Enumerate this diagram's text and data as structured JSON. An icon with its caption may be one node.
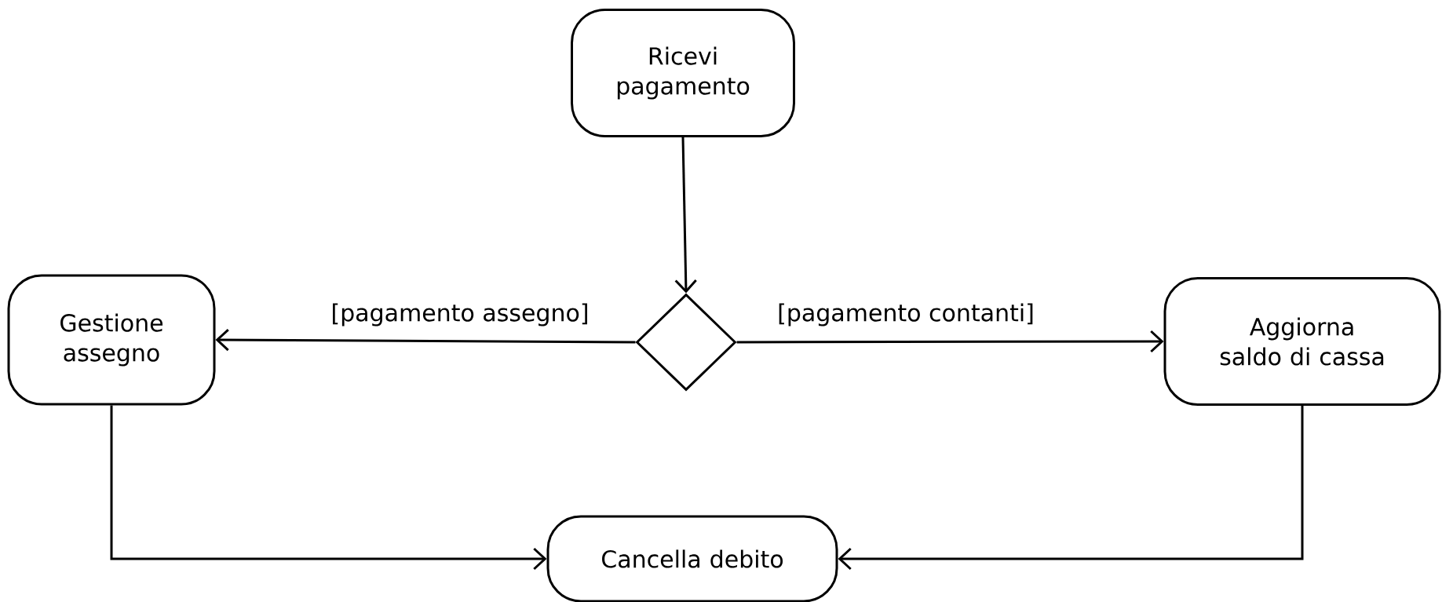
{
  "diagram": {
    "nodes": [
      {
        "text": [
          "Ricevi pagamento"
        ]
      },
      {
        "text": [],
        "shape": "diamond"
      },
      {
        "text": [
          "Gestione assegno"
        ]
      },
      {
        "text": [
          "Aggiorna saldo di cassa"
        ]
      },
      {
        "text": [
          "Cancella debito"
        ]
      }
    ],
    "edges": [
      {
        "from": 0,
        "to": 1,
        "arrow": "to"
      },
      {
        "from": 1,
        "to": 2,
        "arrow": "to",
        "label": "[pagamento assegno]"
      },
      {
        "from": 1,
        "to": 3,
        "arrow": "to",
        "label": "[pagamento contanti]"
      },
      {
        "from": 2,
        "to": 4,
        "arrow": "to"
      },
      {
        "from": 3,
        "to": 4,
        "arrow": "to"
      }
    ]
  }
}
